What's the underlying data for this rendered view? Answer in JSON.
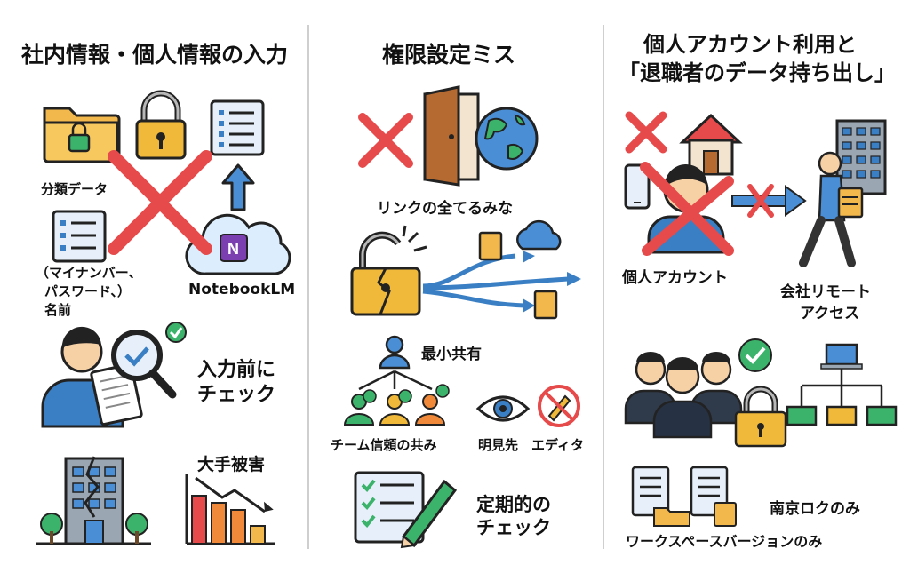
{
  "columns": [
    {
      "title": "社内情報・個人情報の入力",
      "labels": {
        "classified": "分類データ",
        "pii_line1": "（マイナンバー、",
        "pii_line2": "パスワード、）",
        "pii_line3": "名前",
        "notebooklm": "NotebookLM",
        "check_line1": "入力前に",
        "check_line2": "チェック",
        "damage": "大手被害"
      }
    },
    {
      "title": "権限設定ミス",
      "labels": {
        "link_all": "リンクの全てるみな",
        "least_share": "最小共有",
        "team_trust": "チーム信頼の共み",
        "viewer": "明見先",
        "editor": "エディタ",
        "periodic_line1": "定期的の",
        "periodic_line2": "チェック"
      }
    },
    {
      "title_line1": "個人アカウント利用と",
      "title_line2": "「退職者のデータ持ち出し」",
      "labels": {
        "personal_account": "個人アカウント",
        "remote_line1": "会社リモート",
        "remote_line2": "アクセス",
        "south_lock": "南京ロクのみ",
        "workspace": "ワークスペースバージョンのみ"
      }
    }
  ],
  "colors": {
    "red_x": "#e64a4a",
    "folder": "#f2b84b",
    "blue": "#3a7fc4",
    "green_check": "#3cb36b",
    "lock": "#f0b93a"
  }
}
